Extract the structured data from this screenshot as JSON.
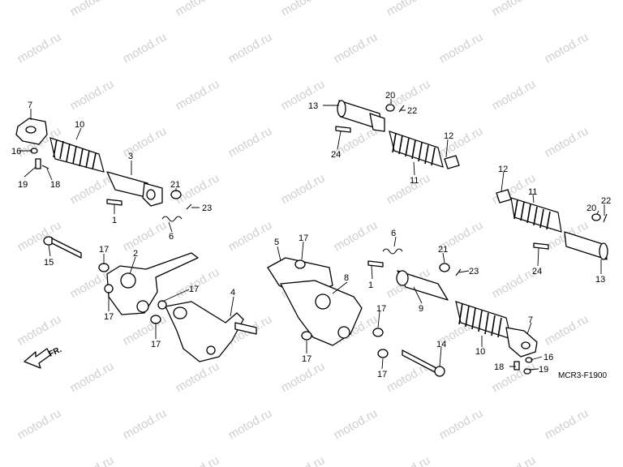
{
  "diagram": {
    "code": "MCR3-F1900",
    "direction_label": "FR.",
    "watermark": "motod.ru",
    "callouts": {
      "l7": "7",
      "l10": "10",
      "l16": "16",
      "l19": "19",
      "l18": "18",
      "l3": "3",
      "l21": "21",
      "l23": "23",
      "l1": "1",
      "l6": "6",
      "l15": "15",
      "l17a": "17",
      "l2": "2",
      "l17b": "17",
      "l17c": "17",
      "l17d": "17",
      "l4": "4",
      "l13": "13",
      "l20": "20",
      "l22": "22",
      "l24": "24",
      "l12": "12",
      "l11": "11",
      "l5": "5",
      "l17e": "17",
      "l8": "8",
      "l1b": "1",
      "l6b": "6",
      "l21b": "21",
      "l23b": "23",
      "l9": "9",
      "l17f": "17",
      "l17g": "17",
      "l17h": "17",
      "l14": "14",
      "l10b": "10",
      "l7b": "7",
      "l16b": "16",
      "l18b": "18",
      "l19b": "19",
      "l12b": "12",
      "l11b": "11",
      "l20b": "20",
      "l22b": "22",
      "l24b": "24",
      "l13b": "13"
    }
  }
}
